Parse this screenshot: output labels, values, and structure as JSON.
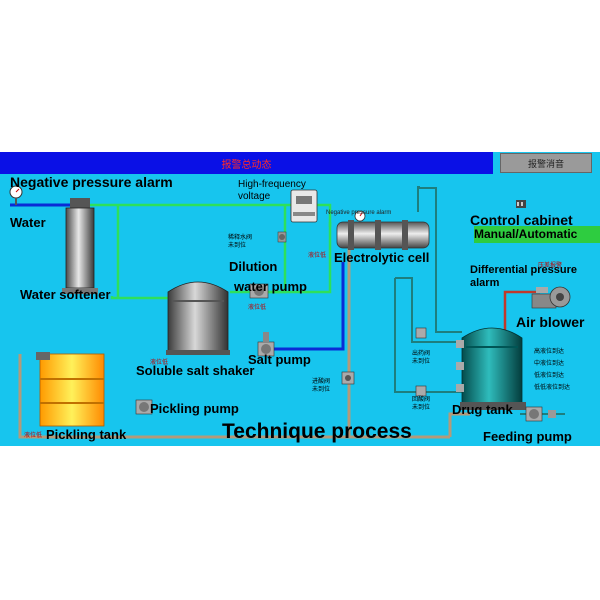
{
  "header": {
    "title": "报警总动态",
    "reset_button": "报警消音"
  },
  "labels": {
    "negative_pressure_alarm": "Negative pressure alarm",
    "water": "Water",
    "water_softener": "Water softener",
    "high_frequency_voltage": "High-frequency voltage",
    "negative_pressure_alarm_small": "Negative pressure alarm",
    "electrolytic_cell": "Electrolytic cell",
    "control_cabinet": "Control cabinet",
    "manual_automatic": "Manual/Automatic",
    "differential_pressure_alarm": "Differential pressure alarm",
    "air_blower": "Air blower",
    "dilution": "Dilution",
    "water_pump": "water pump",
    "soluble_salt_shaker": "Soluble salt shaker",
    "salt_pump": "Salt pump",
    "pickling_pump": "Pickling pump",
    "pickling_tank": "Pickling tank",
    "technique_process": "Technique process",
    "drug_tank": "Drug tank",
    "feeding_pump": "Feeding pump"
  },
  "cn_labels": {
    "dilute_valve": "稀释水阀\n未到位",
    "liquid_level_1": "液位低",
    "liquid_level_2": "液位低",
    "liquid_level_3": "液位低",
    "liquid_level_4": "液位低",
    "inlet_valve": "进酸阀\n未到位",
    "outlet_valve": "出药阀\n未到位",
    "return_valve": "回酸阀\n未到位",
    "high_level": "高液位到达",
    "mid_level": "中液位到达",
    "low_level": "低液位到达",
    "lowlow_level": "低低液位到达",
    "diff_alarm_cn": "压差报警"
  },
  "colors": {
    "screen_bg": "#17c5ee",
    "header_bar": "#0a10e6",
    "water_pipe": "#0a2bd6",
    "green_pipe": "#2ee05a",
    "acid_pipe": "#b39a7a",
    "air_pipe": "#c0392b",
    "status_ok": "#2ecc40"
  }
}
